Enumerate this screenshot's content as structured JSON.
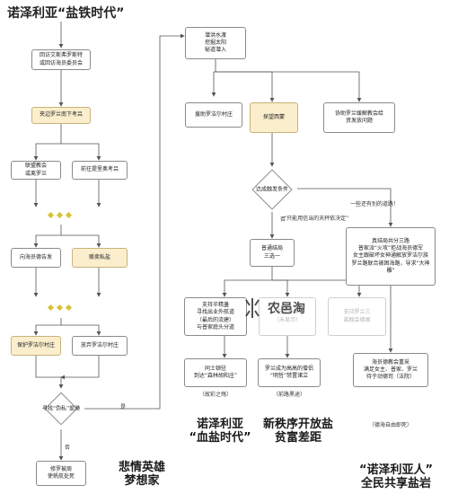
{
  "title": "诺泽利亚“盐铁时代”",
  "nodes": {
    "n1": "回访艾斯弗罗斯特\n或回访海员委员会",
    "n2": "夹边罗兰南下考吕",
    "n3": "联盟教会\n或离罗兰",
    "n4": "前往提里奥考吕",
    "n5": "向海员德告发",
    "n6": "贩卖私盐",
    "n7": "保护罗洁尔村庄",
    "n8": "放弃罗洁尔村庄",
    "n9": "修罗被周\n使帆航处死",
    "r1": "潜洪水渡\n挖掘太阳\n秘道潜入",
    "r2": "援助罗洁尔村庄",
    "r3": "探望西蒙",
    "r4": "协助罗兰缓解教会给\n资发放问题",
    "r5": "普通结局\n三选一",
    "r6": "真结局共分三路\n普家派“火攻”拒战海员德军\n女主跟破坏女神通解放罗洁尔族\n罗兰路联合被困海路，导求“大神雕”",
    "r7": "支持半精蛊\n寻找出业外航道\n（最后的流建）\n与普家庭头分道",
    "r8": "支持罗兰\n（未显示）",
    "r9": "支持罗兰三\n离翰会德国",
    "r10": "同土顿驻\n到达“森林胡和庄”",
    "r11": "罗兰成为高高的僧侣\n“明哲”禁置诸立",
    "r12": "海员德教会重采\n满足女主、普家、罗兰\n待于动德司（法院）"
  },
  "diamonds": {
    "d1": "寻找“伪私”盐港",
    "d2": "达成触发条件"
  },
  "labels": {
    "yes1": "是",
    "no1": "否",
    "no2": "否",
    "road": "一些还有别的道路！",
    "quote1": "“只能用信当的天秤依决定”",
    "cap1": "（故彩之殇）",
    "cap2": "（前路黑途）",
    "cap3": "（德海自由即死）"
  },
  "endings": {
    "e1": "悲情英雄\n梦想家",
    "e2": "诺泽利亚\n“血盐时代”",
    "e3": "新秩序开放盐\n贫富差距",
    "e4": "“诺泽利亚人”\n全民共享盐岩"
  },
  "watermark": "农邑淘",
  "colors": {
    "highlight": "#fbeecd",
    "dot": "#d7c335",
    "line": "#555555"
  }
}
